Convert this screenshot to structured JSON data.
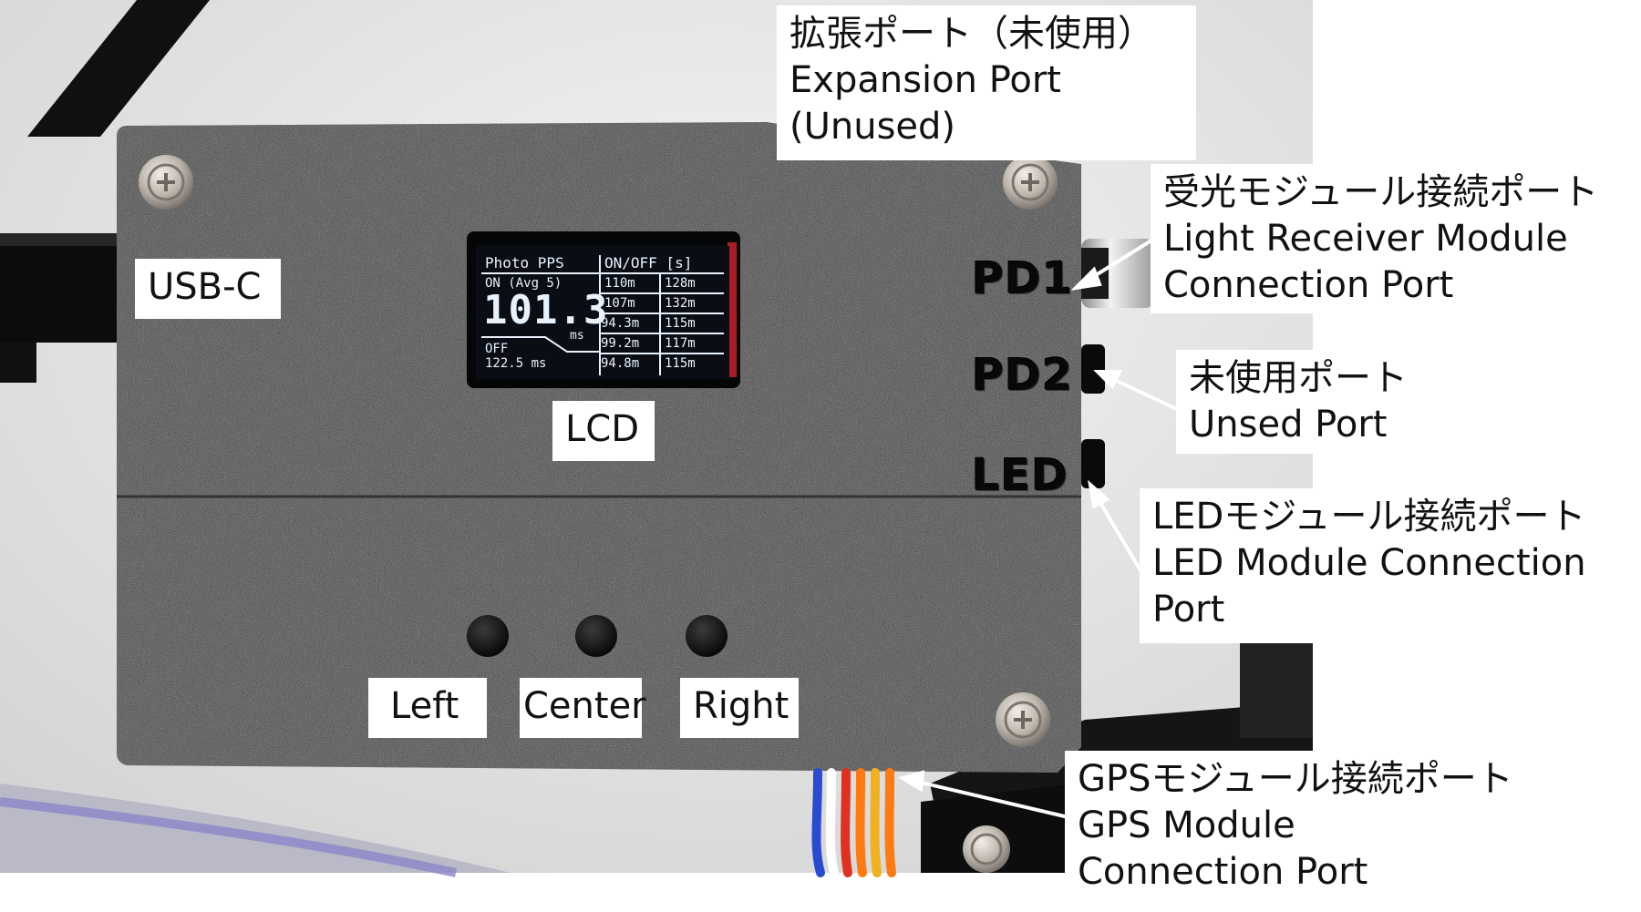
{
  "labels": {
    "expansion_port": [
      "拡張ポート（未使用）",
      "Expansion Port",
      "(Unused)"
    ],
    "light_receiver_port": [
      "受光モジュール接続ポート",
      "Light Receiver Module",
      "Connection Port"
    ],
    "unused_port": [
      "未使用ポート",
      "Unsed Port"
    ],
    "led_module_port": [
      "LEDモジュール接続ポート",
      "LED Module Connection",
      "Port"
    ],
    "gps_module_port": [
      "GPSモジュール接続ポート",
      "GPS Module",
      "Connection Port"
    ],
    "usb_c": "USB-C",
    "lcd": "LCD",
    "left": "Left",
    "center": "Center",
    "right": "Right"
  },
  "device_markings": {
    "pd1": "PD1",
    "pd2": "PD2",
    "led": "LED"
  },
  "lcd_screen": {
    "title": "Photo PPS",
    "header_right": "ON/OFF [s]",
    "on_label": "ON (Avg 5)",
    "on_value": "101.3",
    "on_unit": "ms",
    "off_label": "OFF",
    "off_value": "122.5 ms",
    "rows": [
      [
        "110m",
        "128m"
      ],
      [
        "107m",
        "132m"
      ],
      [
        "94.3m",
        "115m"
      ],
      [
        "99.2m",
        "117m"
      ],
      [
        "94.8m",
        "115m"
      ]
    ]
  },
  "colors": {
    "case": "#141414",
    "label_bg": "#ffffff",
    "lcd_text": "#e8f2ff",
    "wires": [
      "#2a4bd0",
      "#e03020",
      "#ff7a10",
      "#f0b020",
      "#ffffff"
    ]
  }
}
